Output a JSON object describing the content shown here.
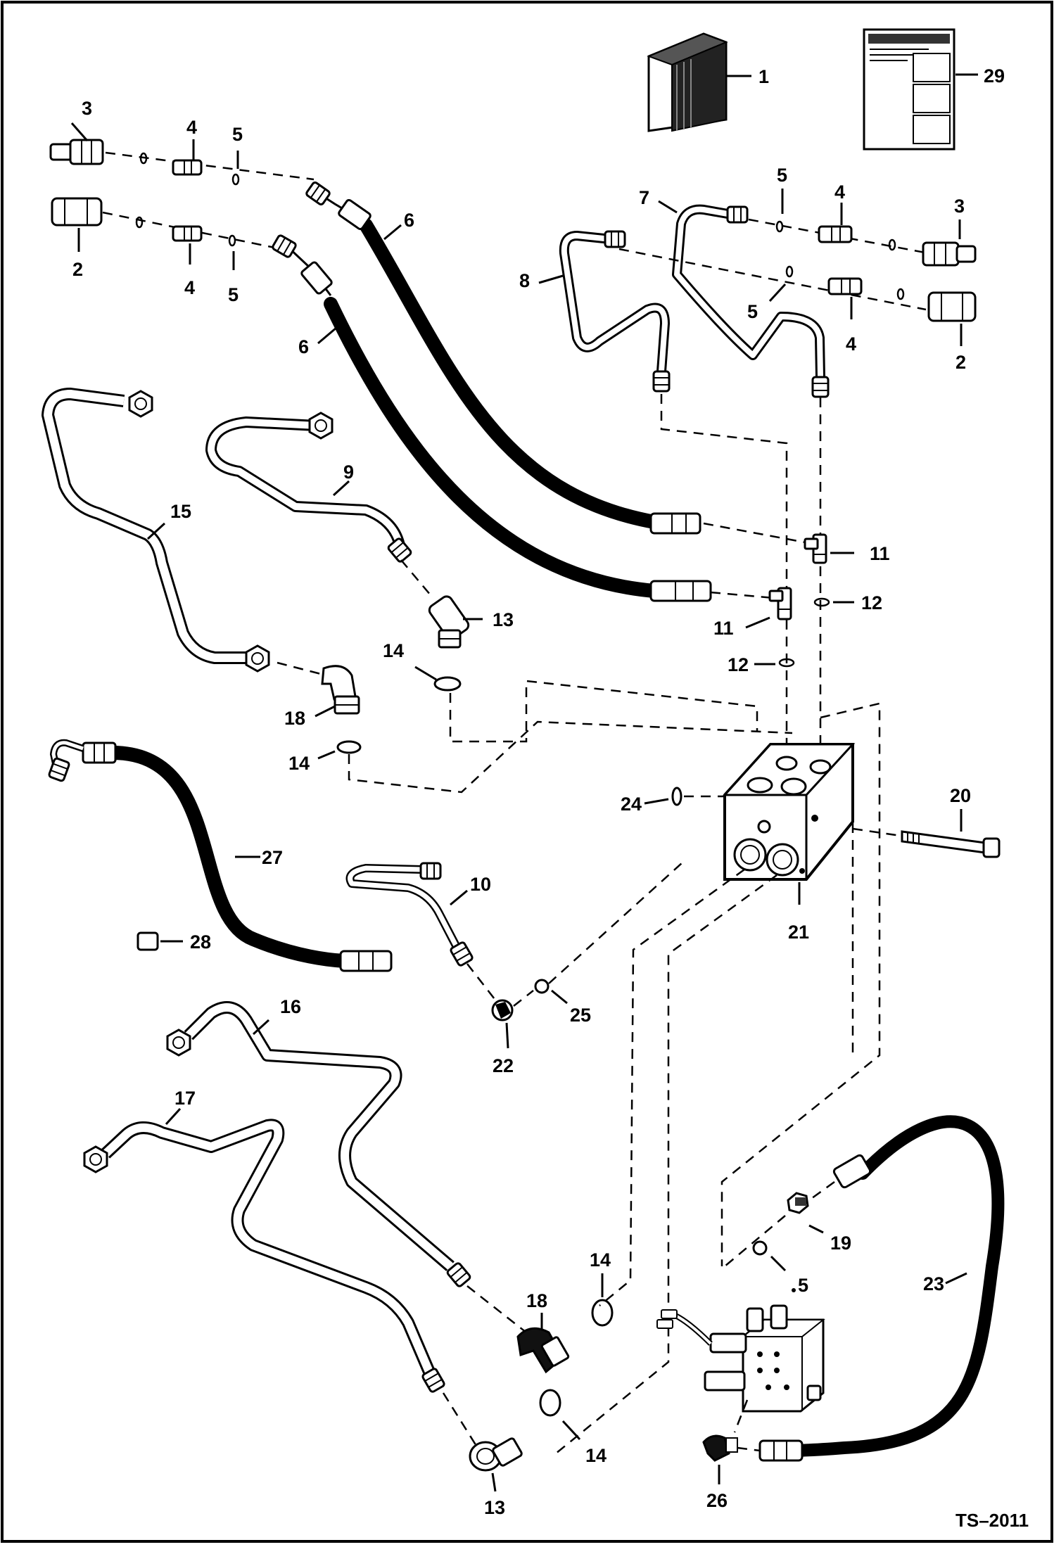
{
  "diagram": {
    "doc_id": "TS–2011",
    "callouts": {
      "c1": "1",
      "c29": "29",
      "c3_left": "3",
      "c4_top_left": "4",
      "c5_top_left": "5",
      "c2_left": "2",
      "c4_bottom_left": "4",
      "c5_bottom_left": "5",
      "c6_upper": "6",
      "c6_lower": "6",
      "c7": "7",
      "c8": "8",
      "c5_right_top": "5",
      "c4_right_top": "4",
      "c3_right": "3",
      "c5_right_bottom": "5",
      "c4_right_bottom": "4",
      "c2_right": "2",
      "c9": "9",
      "c15": "15",
      "c11_upper": "11",
      "c11_lower": "11",
      "c12_upper": "12",
      "c12_lower": "12",
      "c13_upper": "13",
      "c13_lower": "13",
      "c14_a": "14",
      "c14_b": "14",
      "c14_c": "14",
      "c14_d": "14",
      "c18_upper": "18",
      "c18_lower": "18",
      "c20": "20",
      "c21": "21",
      "c22": "22",
      "c23": "23",
      "c24": "24",
      "c25": "25",
      "c26": "26",
      "c27": "27",
      "c28": "28",
      "c10": "10",
      "c16": "16",
      "c17": "17",
      "c19": "19",
      "c5_bottom_right": "5"
    }
  }
}
